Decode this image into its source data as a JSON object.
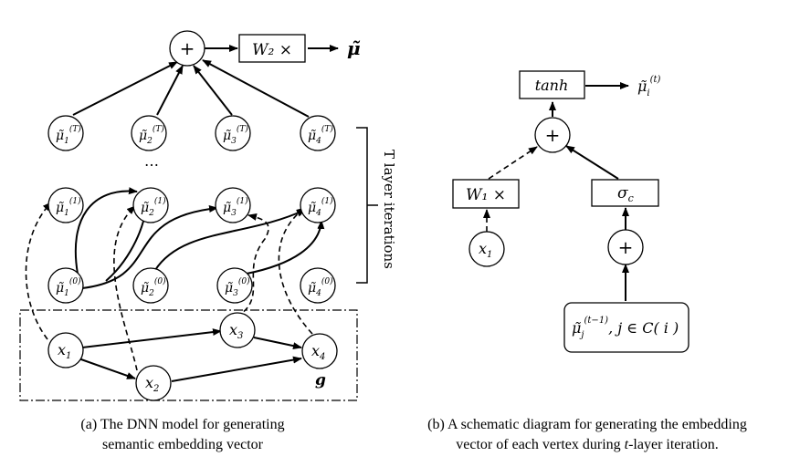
{
  "panel_a": {
    "plus": "+",
    "w2_box": "W₂ ×",
    "output": "μ̃",
    "top_nodes": [
      {
        "base": "μ̃",
        "sub": "1",
        "sup": "(T)"
      },
      {
        "base": "μ̃",
        "sub": "2",
        "sup": "(T)"
      },
      {
        "base": "μ̃",
        "sub": "3",
        "sup": "(T)"
      },
      {
        "base": "μ̃",
        "sub": "4",
        "sup": "(T)"
      }
    ],
    "ellipsis": "…",
    "mid_nodes": [
      {
        "base": "μ̃",
        "sub": "1",
        "sup": "(1)"
      },
      {
        "base": "μ̃",
        "sub": "2",
        "sup": "(1)"
      },
      {
        "base": "μ̃",
        "sub": "3",
        "sup": "(1)"
      },
      {
        "base": "μ̃",
        "sub": "4",
        "sup": "(1)"
      }
    ],
    "bottom_nodes": [
      {
        "base": "μ̃",
        "sub": "1",
        "sup": "(0)"
      },
      {
        "base": "μ̃",
        "sub": "2",
        "sup": "(0)"
      },
      {
        "base": "μ̃",
        "sub": "3",
        "sup": "(0)"
      },
      {
        "base": "μ̃",
        "sub": "4",
        "sup": "(0)"
      }
    ],
    "x_nodes": [
      {
        "base": "x",
        "sub": "1"
      },
      {
        "base": "x",
        "sub": "2"
      },
      {
        "base": "x",
        "sub": "3"
      },
      {
        "base": "x",
        "sub": "4"
      }
    ],
    "graph_label": "g",
    "iterations_label": "T layer iterations",
    "caption_line1": "(a) The DNN model for generating",
    "caption_line2": "semantic embedding vector"
  },
  "panel_b": {
    "tanh_box": "tanh",
    "output": {
      "base": "μ̃",
      "sub": "i",
      "sup": "(t)"
    },
    "plus_top": "+",
    "w1_box": "W₁ ×",
    "sigma_box": {
      "base": "σ",
      "sub": "c"
    },
    "plus_bottom": "+",
    "x_node": {
      "base": "x",
      "sub": "1"
    },
    "neighbor_box": {
      "base": "μ̃",
      "sub": "j",
      "sup": "(t−1)",
      "rest": ", j ∈ C( i )"
    },
    "caption_line1": "(b) A schematic diagram for generating the embedding",
    "caption_line2_pre": "vector of each vertex during ",
    "caption_line2_t": "t",
    "caption_line2_post": "-layer iteration."
  }
}
